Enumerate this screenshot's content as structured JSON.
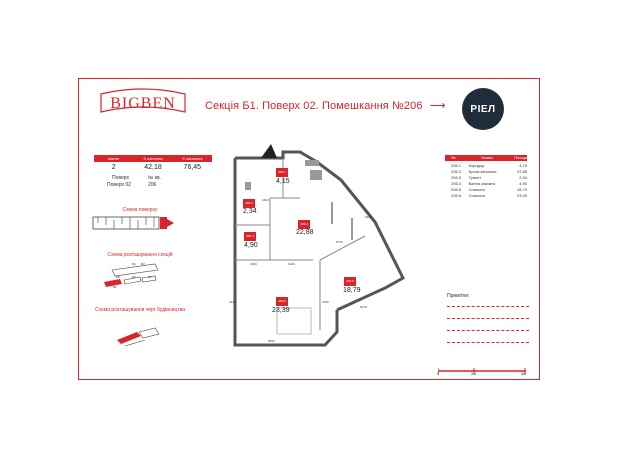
{
  "logo": {
    "text": "BIGBEN",
    "color": "#d9252a"
  },
  "title": "Секція Б1. Поверх 02. Помешкання №206",
  "developer": {
    "text": "РІЕЛ",
    "color": "#1f2d3a"
  },
  "info": {
    "headers": [
      "кімнат",
      "S житлова",
      "S загальна"
    ],
    "values": [
      "2",
      "42,18",
      "76,45"
    ],
    "floor_label": "Поверх",
    "floor_value": "Поверх 02",
    "unit_label": "№ кв.",
    "unit_value": "206"
  },
  "captions": {
    "floor_scheme": "Схема поверху",
    "sections_scheme": "Схема розташування секцій",
    "stages_scheme": "Схема розташування черг будівництва"
  },
  "section_labels": [
    "Б4",
    "Б3",
    "Б2",
    "Б1",
    "Б5",
    "Б1"
  ],
  "rooms": {
    "headers": [
      "№",
      "Назва",
      "Площа"
    ],
    "items": [
      {
        "num": "206.1",
        "name": "Коридор",
        "area": "4,15"
      },
      {
        "num": "206.2",
        "name": "Кухня-вітальня",
        "area": "22,88"
      },
      {
        "num": "206.3",
        "name": "Туалет",
        "area": "2,34"
      },
      {
        "num": "206.4",
        "name": "Ванна кімната",
        "area": "4,90"
      },
      {
        "num": "206.5",
        "name": "Спальня",
        "area": "18,79"
      },
      {
        "num": "206.6",
        "name": "Спальня",
        "area": "23,39"
      }
    ]
  },
  "notes_label": "Примітки:",
  "scale": {
    "labels": [
      "0",
      "2м",
      "5м"
    ]
  },
  "plan": {
    "tags": [
      "206.1",
      "206.3",
      "206.4",
      "206.2",
      "206.5",
      "206.6"
    ],
    "areas": [
      "4,15",
      "2,34",
      "4,90",
      "22,88",
      "18,79",
      "23,39"
    ],
    "dims": [
      "1600",
      "3120",
      "6770",
      "5560",
      "4210",
      "4750",
      "3320",
      "1960",
      "6270"
    ]
  }
}
